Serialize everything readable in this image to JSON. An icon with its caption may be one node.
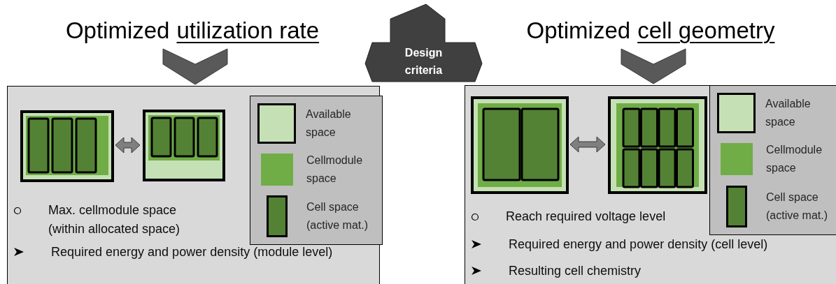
{
  "diagram": {
    "nodes": [
      {
        "text": [
          "Optimized",
          "utilization rate"
        ]
      },
      {
        "text": [
          "Design criteria"
        ]
      },
      {
        "text": [
          "Optimized",
          "cell geometry"
        ]
      },
      {
        "text": [
          "Max. cellmodule space (within allocated space)",
          "Required energy and power density (module level)"
        ]
      },
      {
        "text": [],
        "shape": "box",
        "in": 3
      },
      {
        "text": [],
        "shape": "box",
        "in": 3
      },
      {
        "text": [
          "Reach required voltage level",
          "Required energy and power density (cell level)",
          "Resulting cell chemistry"
        ]
      },
      {
        "text": [],
        "shape": "box",
        "in": 6
      },
      {
        "text": [],
        "shape": "box",
        "in": 6
      }
    ],
    "edges": [
      {
        "from": 0,
        "to": 3,
        "arrow": "to"
      },
      {
        "from": 2,
        "to": 6,
        "arrow": "to"
      },
      {
        "from": 4,
        "to": 5,
        "arrow": "both",
        "color": "#7f7f7f"
      },
      {
        "from": 7,
        "to": 8,
        "arrow": "both",
        "color": "#7f7f7f"
      }
    ],
    "legend": [
      {
        "text": "Available space",
        "color": "#c5e0b4"
      },
      {
        "text": "Cellmodule space",
        "color": "#70ad47"
      },
      {
        "text": "Cell space (active mat.)",
        "color": "#548235"
      },
      {
        "text": "Available space",
        "color": "#c5e0b4"
      },
      {
        "text": "Cellmodule space",
        "color": "#70ad47"
      },
      {
        "text": "Cell space (active mat.)",
        "color": "#548235"
      }
    ]
  }
}
